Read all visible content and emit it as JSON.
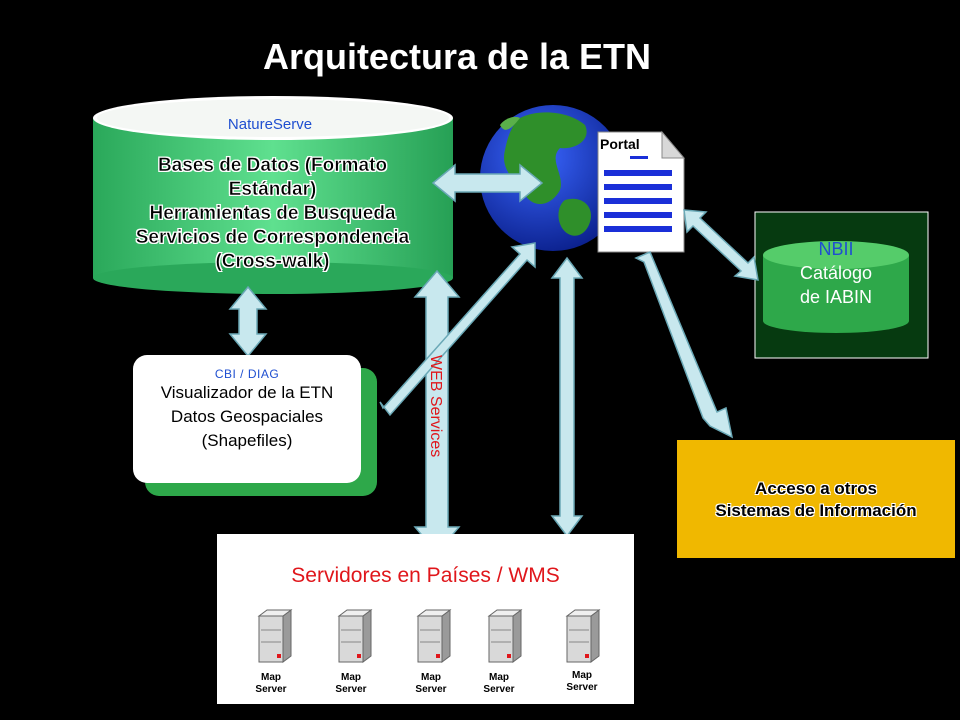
{
  "title": "Arquitectura de la ETN",
  "database": {
    "provider": "NatureServe",
    "lines": [
      "Bases de Datos  (Formato",
      "Estándar)",
      "Herramientas de Busqueda",
      "Servicios de Correspondencia",
      "(Cross-walk)"
    ],
    "color": "#35c070"
  },
  "cbi": {
    "tag": "CBI / DIAG",
    "lines": [
      "Visualizador de la ETN",
      "Datos Geospaciales",
      "(Shapefiles)"
    ],
    "shadow_color": "#2ea84a"
  },
  "portal": {
    "label": "Portal"
  },
  "nbii": {
    "line1": "NBII",
    "line2": "Catálogo",
    "line3": "de IABIN",
    "color": "#2ea84a"
  },
  "access": {
    "line1": "Acceso a otros",
    "line2": "Sistemas de Información",
    "color": "#f0b800"
  },
  "web_services": "WEB Services",
  "servers": {
    "title": "Servidores en Países / WMS",
    "items": [
      {
        "line1": "Map",
        "line2": "Server"
      },
      {
        "line1": "Map",
        "line2": "Server"
      },
      {
        "line1": "Map",
        "line2": "Server"
      },
      {
        "line1": "Map",
        "line2": "Server"
      },
      {
        "line1": "Map",
        "line2": "Server"
      }
    ]
  },
  "colors": {
    "arrow_fill": "#c8e8ee",
    "arrow_stroke": "#6aa8b6",
    "globe_ocean": "#1a3ecc",
    "globe_land": "#2f8f2a"
  }
}
